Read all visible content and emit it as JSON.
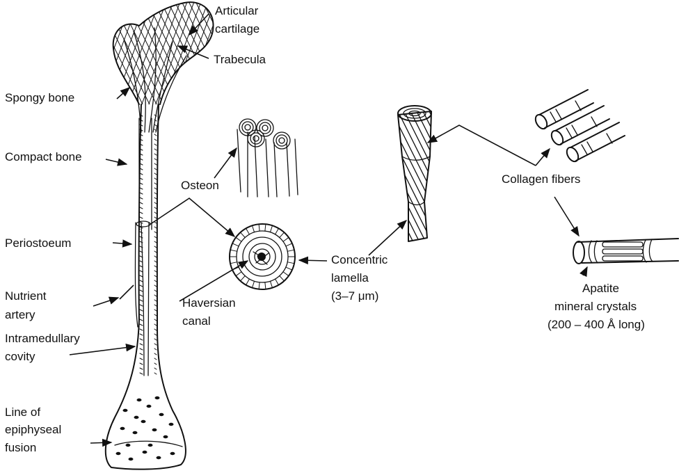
{
  "labels": {
    "articular_1": "Articular",
    "articular_2": "cartilage",
    "trabecula": "Trabecula",
    "spongy_bone": "Spongy bone",
    "compact_bone": "Compact bone",
    "osteon": "Osteon",
    "periosteum": "Periostoeum",
    "nutrient_1": "Nutrient",
    "nutrient_2": "artery",
    "intramedullary_1": "Intramedullary",
    "intramedullary_2": "covity",
    "haversian_1": "Haversian",
    "haversian_2": "canal",
    "concentric_1": "Concentric",
    "concentric_2": "lamella",
    "concentric_3": "(3–7 μm)",
    "collagen": "Collagen fibers",
    "apatite_1": "Apatite",
    "apatite_2": "mineral crystals",
    "apatite_3": "(200 – 400 Å long)",
    "epiphyseal_1": "Line of",
    "epiphyseal_2": "epiphyseal",
    "epiphyseal_3": "fusion"
  }
}
